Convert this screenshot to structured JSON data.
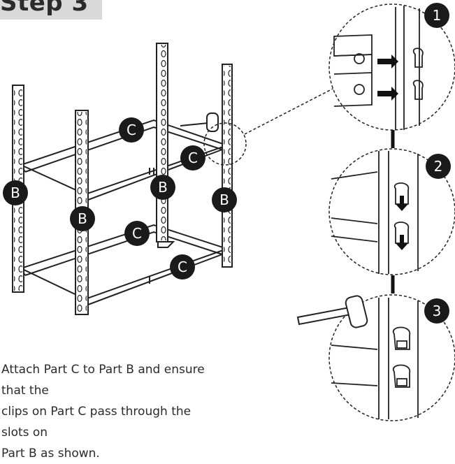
{
  "header": {
    "step_label": "Step 3"
  },
  "parts": {
    "post_label": "B",
    "beam_label": "C"
  },
  "detail_steps": [
    "1",
    "2",
    "3"
  ],
  "instruction": {
    "lines": [
      "Attach Part C to Part B and ensure that the",
      "clips on Part C pass through the slots on",
      "Part B as shown."
    ]
  },
  "colors": {
    "badge": "#1a1a1a",
    "tag": "#d9d9d9",
    "line": "#222222"
  }
}
